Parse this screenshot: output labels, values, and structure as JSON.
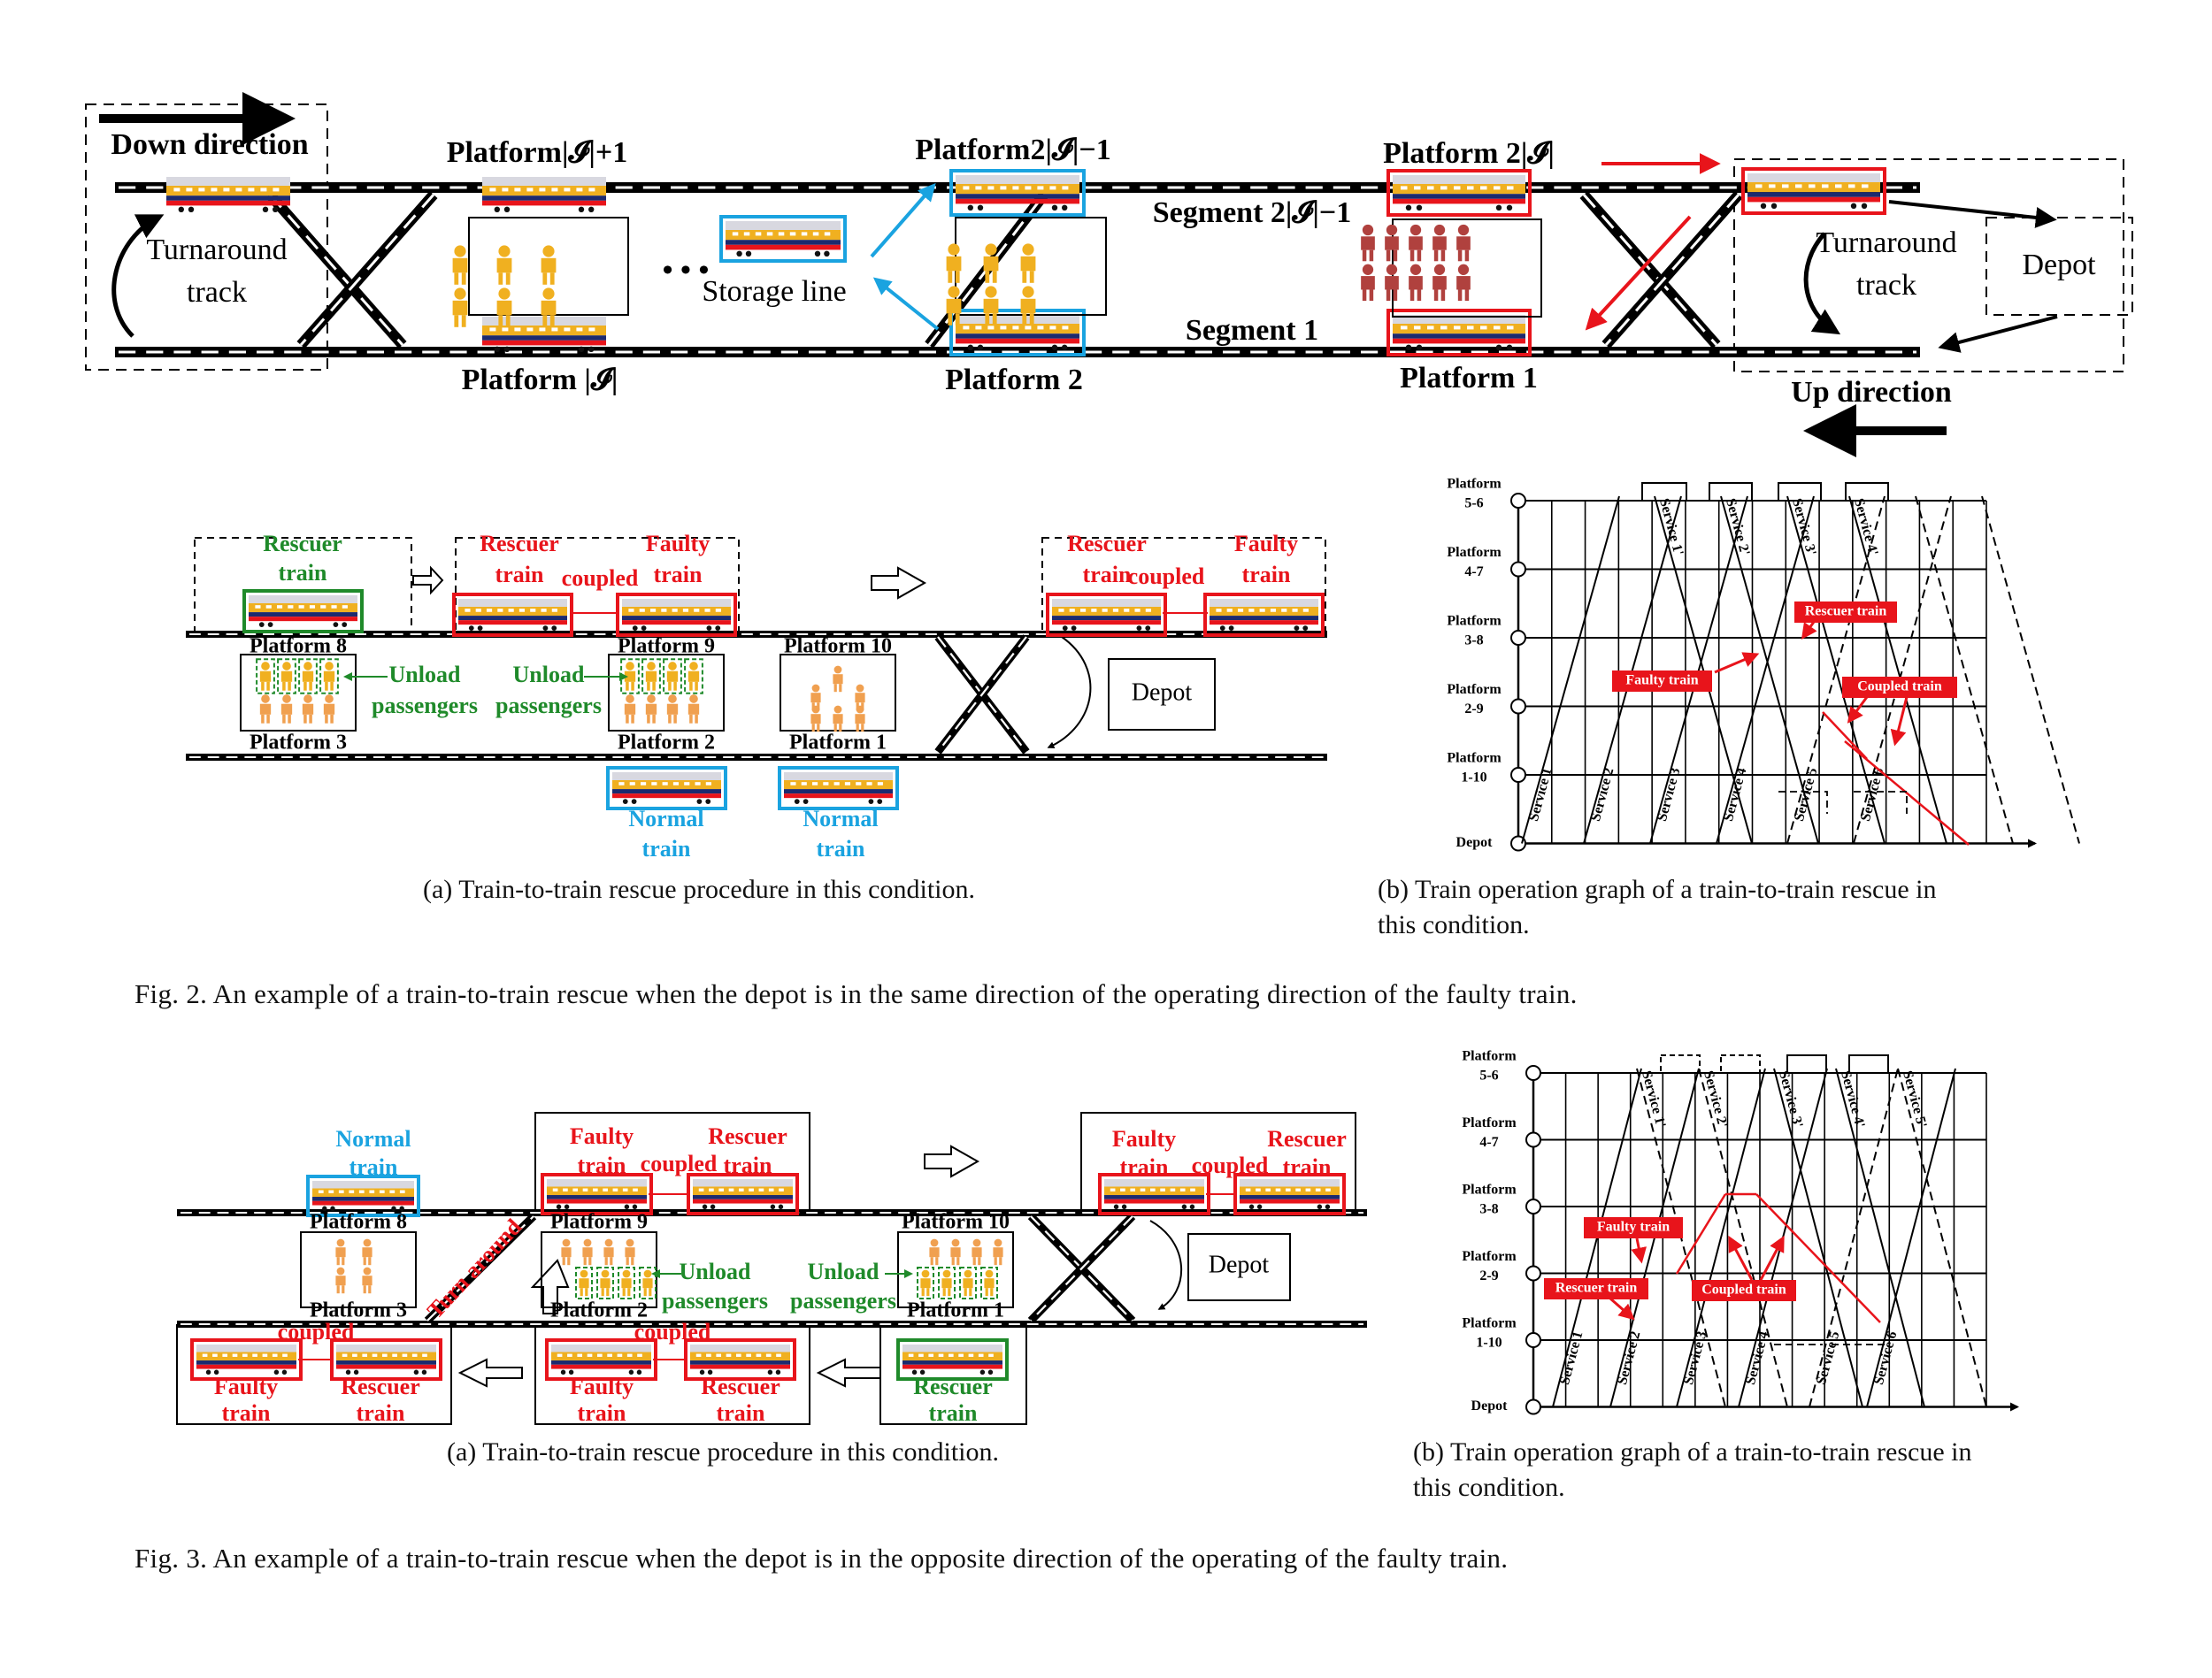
{
  "colors": {
    "red": "#e8141b",
    "green": "#1f8a2a",
    "blue": "#1aa3e0",
    "yellow": "#f0b020",
    "person_red": "#b0413e",
    "person_orange": "#f0a050",
    "navy": "#1c2a6e"
  },
  "top": {
    "down_direction": "Down direction",
    "up_direction": "Up direction",
    "turnaround": [
      "Turnaround",
      "track"
    ],
    "depot": "Depot",
    "storage_line": "Storage line",
    "dots": "• • •",
    "platforms": {
      "p_i_plus_1": "Platform|𝓘|+1",
      "p_i": "Platform |𝓘|",
      "p_2i_minus_1": "Platform2|𝓘|−1",
      "p2": "Platform 2",
      "p_2i": "Platform 2|𝓘|",
      "p1": "Platform 1"
    },
    "segment_2i_minus_1": "Segment 2|𝓘|−1",
    "segment_1": "Segment 1"
  },
  "fig2": {
    "a": {
      "rescuer": [
        "Rescuer",
        "train"
      ],
      "faulty": [
        "Faulty",
        "train"
      ],
      "coupled": "coupled",
      "normal": [
        "Normal",
        "train"
      ],
      "unload": [
        "Unload",
        "passengers"
      ],
      "depot": "Depot",
      "platforms": [
        "Platform 8",
        "Platform 9",
        "Platform 10",
        "Platform 3",
        "Platform 2",
        "Platform 1"
      ]
    },
    "b": {
      "y_labels": [
        [
          "Platform",
          "5-6"
        ],
        [
          "Platform",
          "4-7"
        ],
        [
          "Platform",
          "3-8"
        ],
        [
          "Platform",
          "2-9"
        ],
        [
          "Platform",
          "1-10"
        ],
        [
          "Depot"
        ]
      ],
      "up_services": [
        "Service 1",
        "Service 2",
        "Service 3",
        "Service 4",
        "Service 5",
        "Service 6"
      ],
      "down_services": [
        "Service 1'",
        "Service 2'",
        "Service 3'",
        "Service 4'"
      ],
      "labels": {
        "rescuer": "Rescuer train",
        "faulty": "Faulty train",
        "coupled": "Coupled train"
      }
    },
    "caption_a": "(a) Train-to-train rescue procedure in this condition.",
    "caption_b": [
      "(b) Train operation graph of a train-to-train rescue in",
      "this condition."
    ],
    "figure_caption": "Fig. 2.    An example of a train-to-train rescue when the depot is in the same direction of the operating direction of the faulty train."
  },
  "fig3": {
    "a": {
      "normal": [
        "Normal",
        "train"
      ],
      "faulty": [
        "Faulty",
        "train"
      ],
      "rescuer": [
        "Rescuer",
        "train"
      ],
      "coupled": "coupled",
      "unload": [
        "Unload",
        "passengers"
      ],
      "turn_around": "Turn around",
      "depot": "Depot",
      "platforms": [
        "Platform 8",
        "Platform 9",
        "Platform 10",
        "Platform 3",
        "Platform 2",
        "Platform 1"
      ]
    },
    "b": {
      "y_labels": [
        [
          "Platform",
          "5-6"
        ],
        [
          "Platform",
          "4-7"
        ],
        [
          "Platform",
          "3-8"
        ],
        [
          "Platform",
          "2-9"
        ],
        [
          "Platform",
          "1-10"
        ],
        [
          "Depot"
        ]
      ],
      "up_services": [
        "Service 1",
        "Service 2",
        "Service 3",
        "Service 4",
        "Service 5",
        "Service 6"
      ],
      "down_services": [
        "Service 1'",
        "Service 2'",
        "Service 3'",
        "Service 4'",
        "Service 5'"
      ],
      "labels": {
        "faulty": "Faulty train",
        "rescuer": "Rescuer train",
        "coupled": "Coupled train"
      }
    },
    "caption_a": "(a) Train-to-train rescue procedure in this condition.",
    "caption_b": [
      "(b) Train operation graph of a train-to-train rescue in",
      "this condition."
    ],
    "figure_caption": "Fig. 3.    An example of a train-to-train rescue when the depot is in the opposite direction of the operating of the faulty train."
  }
}
